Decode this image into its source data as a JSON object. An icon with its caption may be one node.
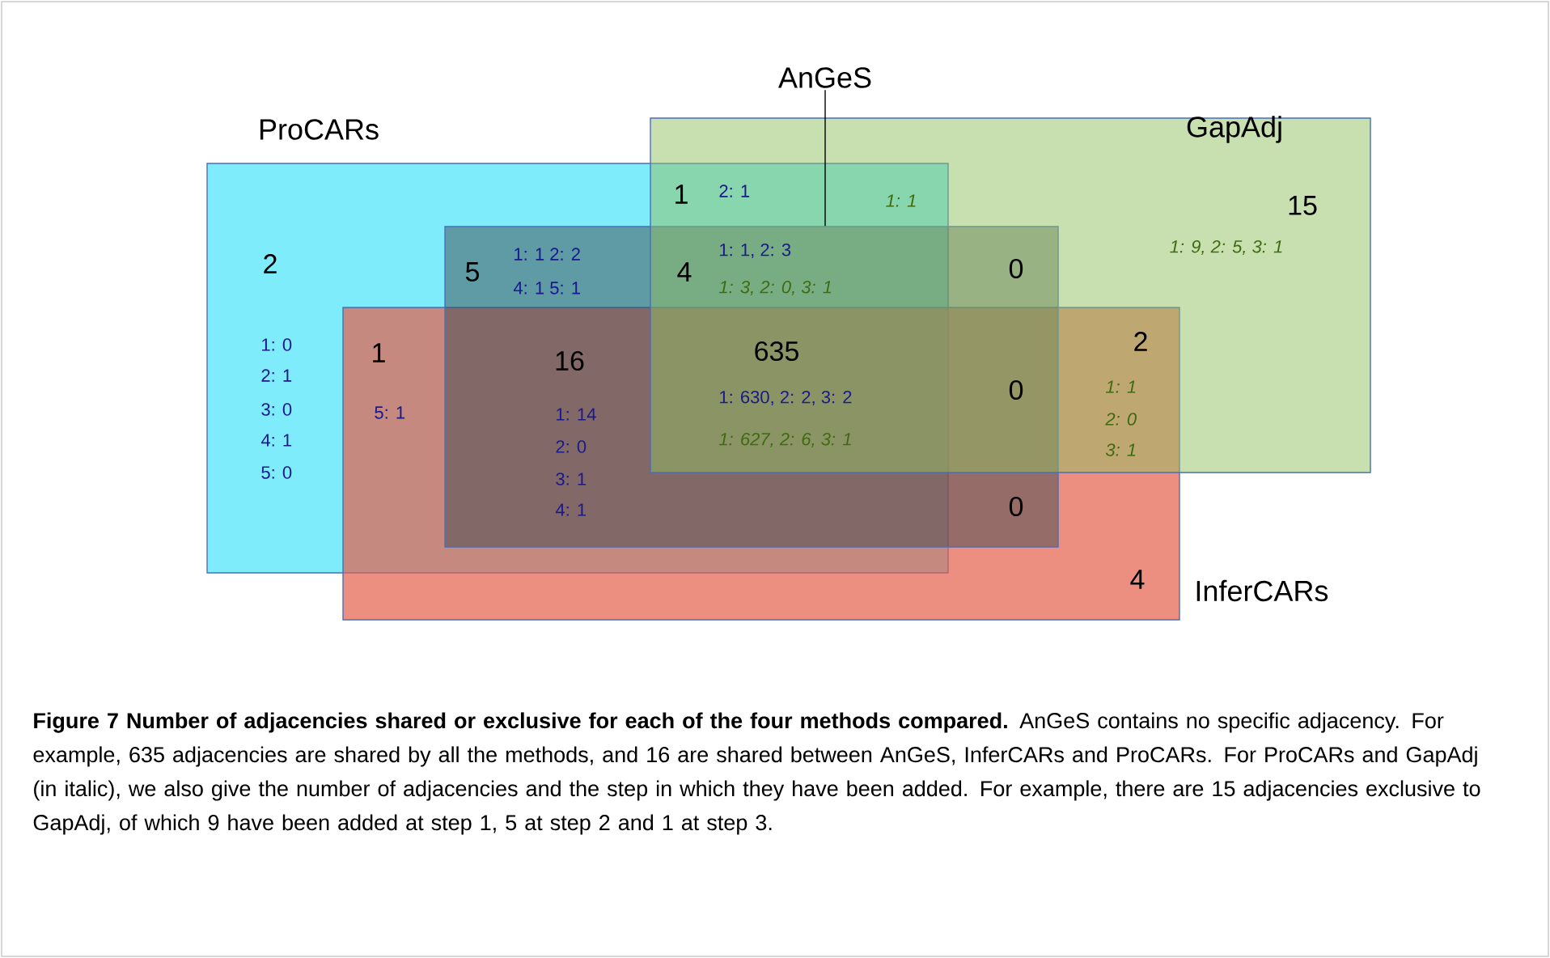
{
  "diagram": {
    "caption": "**Figure 7 Number of adjacencies shared or exclusive for each of the four methods compared.** AnGeS contains no specific adjacency. For example, 635 adjacencies are shared by all the methods, and 16 are shared between AnGeS, InferCARs and ProCARs. For ProCARs and GapAdj (in italic), we also give the number of adjacencies and the step in which they have been added. For example, there are 15 adjacencies exclusive to GapAdj, of which 9 have been added at step 1, 5 at step 2 and 1 at step 3.",
    "nodes": [
      {
        "text": [
          "ProCARs"
        ]
      },
      {
        "text": [
          "GapAdj"
        ]
      },
      {
        "text": [
          "AnGeS"
        ]
      },
      {
        "text": [],
        "shape": "box"
      },
      {
        "text": [
          "InferCARs"
        ]
      }
    ],
    "edges": [
      {
        "from": 2,
        "to": 3,
        "arrow": "none"
      }
    ],
    "labels": [
      "1",
      "2: 1",
      "1: 1",
      "15",
      "1: 9, 2: 5, 3: 1",
      "2",
      "5",
      "1: 1 2: 2",
      "4: 1 5: 1",
      "4",
      "1: 1,  2: 3",
      "1: 3, 2: 0, 3: 1",
      "0",
      "1",
      "16",
      "635",
      "2",
      "1: 0",
      "2: 1",
      "3: 0",
      "4: 1",
      "5: 0",
      "5: 1",
      "1: 14",
      "2: 0",
      "3: 1",
      "4: 1",
      "1: 630, 2: 2, 3: 2",
      "1: 627, 2: 6, 3: 1",
      "0",
      "1: 1",
      "2: 0",
      "3: 1",
      "0",
      "4"
    ]
  }
}
